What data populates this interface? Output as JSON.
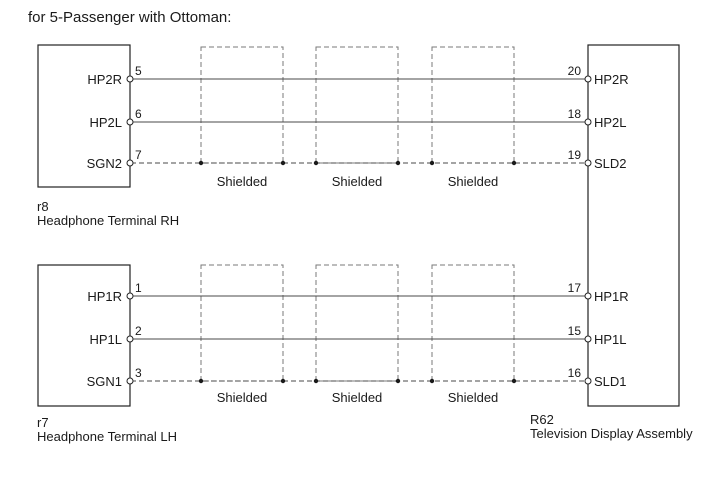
{
  "heading": "for 5-Passenger with Ottoman:",
  "left_connectors": [
    {
      "code": "r8",
      "name": "Headphone Terminal RH",
      "pins": [
        {
          "label": "HP2R",
          "number": "5"
        },
        {
          "label": "HP2L",
          "number": "6"
        },
        {
          "label": "SGN2",
          "number": "7"
        }
      ]
    },
    {
      "code": "r7",
      "name": "Headphone Terminal LH",
      "pins": [
        {
          "label": "HP1R",
          "number": "1"
        },
        {
          "label": "HP1L",
          "number": "2"
        },
        {
          "label": "SGN1",
          "number": "3"
        }
      ]
    }
  ],
  "right_connector": {
    "code": "R62",
    "name": "Television Display Assembly",
    "pins": [
      {
        "label": "HP2R",
        "number": "20"
      },
      {
        "label": "HP2L",
        "number": "18"
      },
      {
        "label": "SLD2",
        "number": "19"
      },
      {
        "label": "HP1R",
        "number": "17"
      },
      {
        "label": "HP1L",
        "number": "15"
      },
      {
        "label": "SLD1",
        "number": "16"
      }
    ]
  },
  "shield_label": "Shielded",
  "colors": {
    "line": "#4a4a4a",
    "shield": "#7a7a7a",
    "text": "#1a1a1a"
  }
}
